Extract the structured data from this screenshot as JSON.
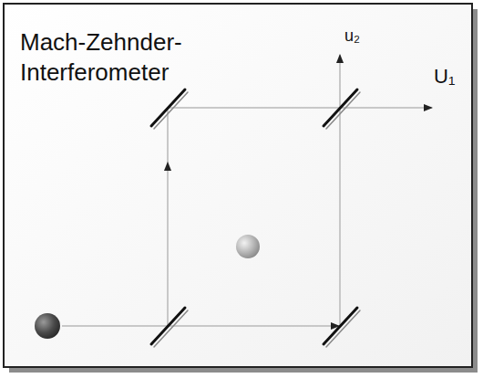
{
  "diagram": {
    "labels": [
      "Mach-Zehnder- Interferometer",
      "u₂",
      "U₁"
    ]
  }
}
